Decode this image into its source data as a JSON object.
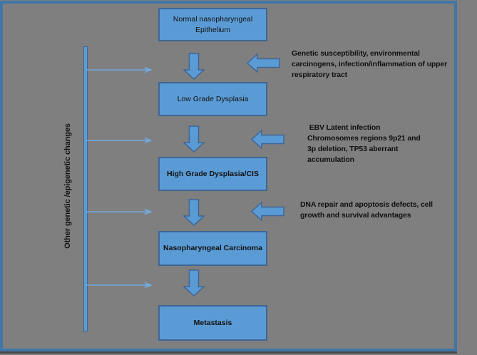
{
  "colors": {
    "background": "#7F7F7F",
    "frame_border": "#4076A8",
    "shape_fill": "#5B9BD5",
    "shape_border": "#3E6696",
    "branch_arrow": "#72A9DE",
    "text": "#111111"
  },
  "flow": {
    "boxes": [
      {
        "label": "Normal nasopharyngeal\nEpithelium"
      },
      {
        "label": "Low Grade Dysplasia"
      },
      {
        "label": "High Grade Dysplasia/CIS"
      },
      {
        "label": "Nasopharyngeal Carcinoma"
      },
      {
        "label": "Metastasis"
      }
    ]
  },
  "side_label": "Other genetic /epigenetic changes",
  "annotations": [
    {
      "text": "Genetic susceptibility, environmental\ncarcinogens, infection/inflammation of upper\nrespiratory tract"
    },
    {
      "text": " EBV Latent infection\nChromosomes regions 9p21 and\n3p deletion, TP53 aberrant\naccumulation"
    },
    {
      "text": "DNA repair and apoptosis defects, cell\ngrowth and survival advantages"
    }
  ]
}
